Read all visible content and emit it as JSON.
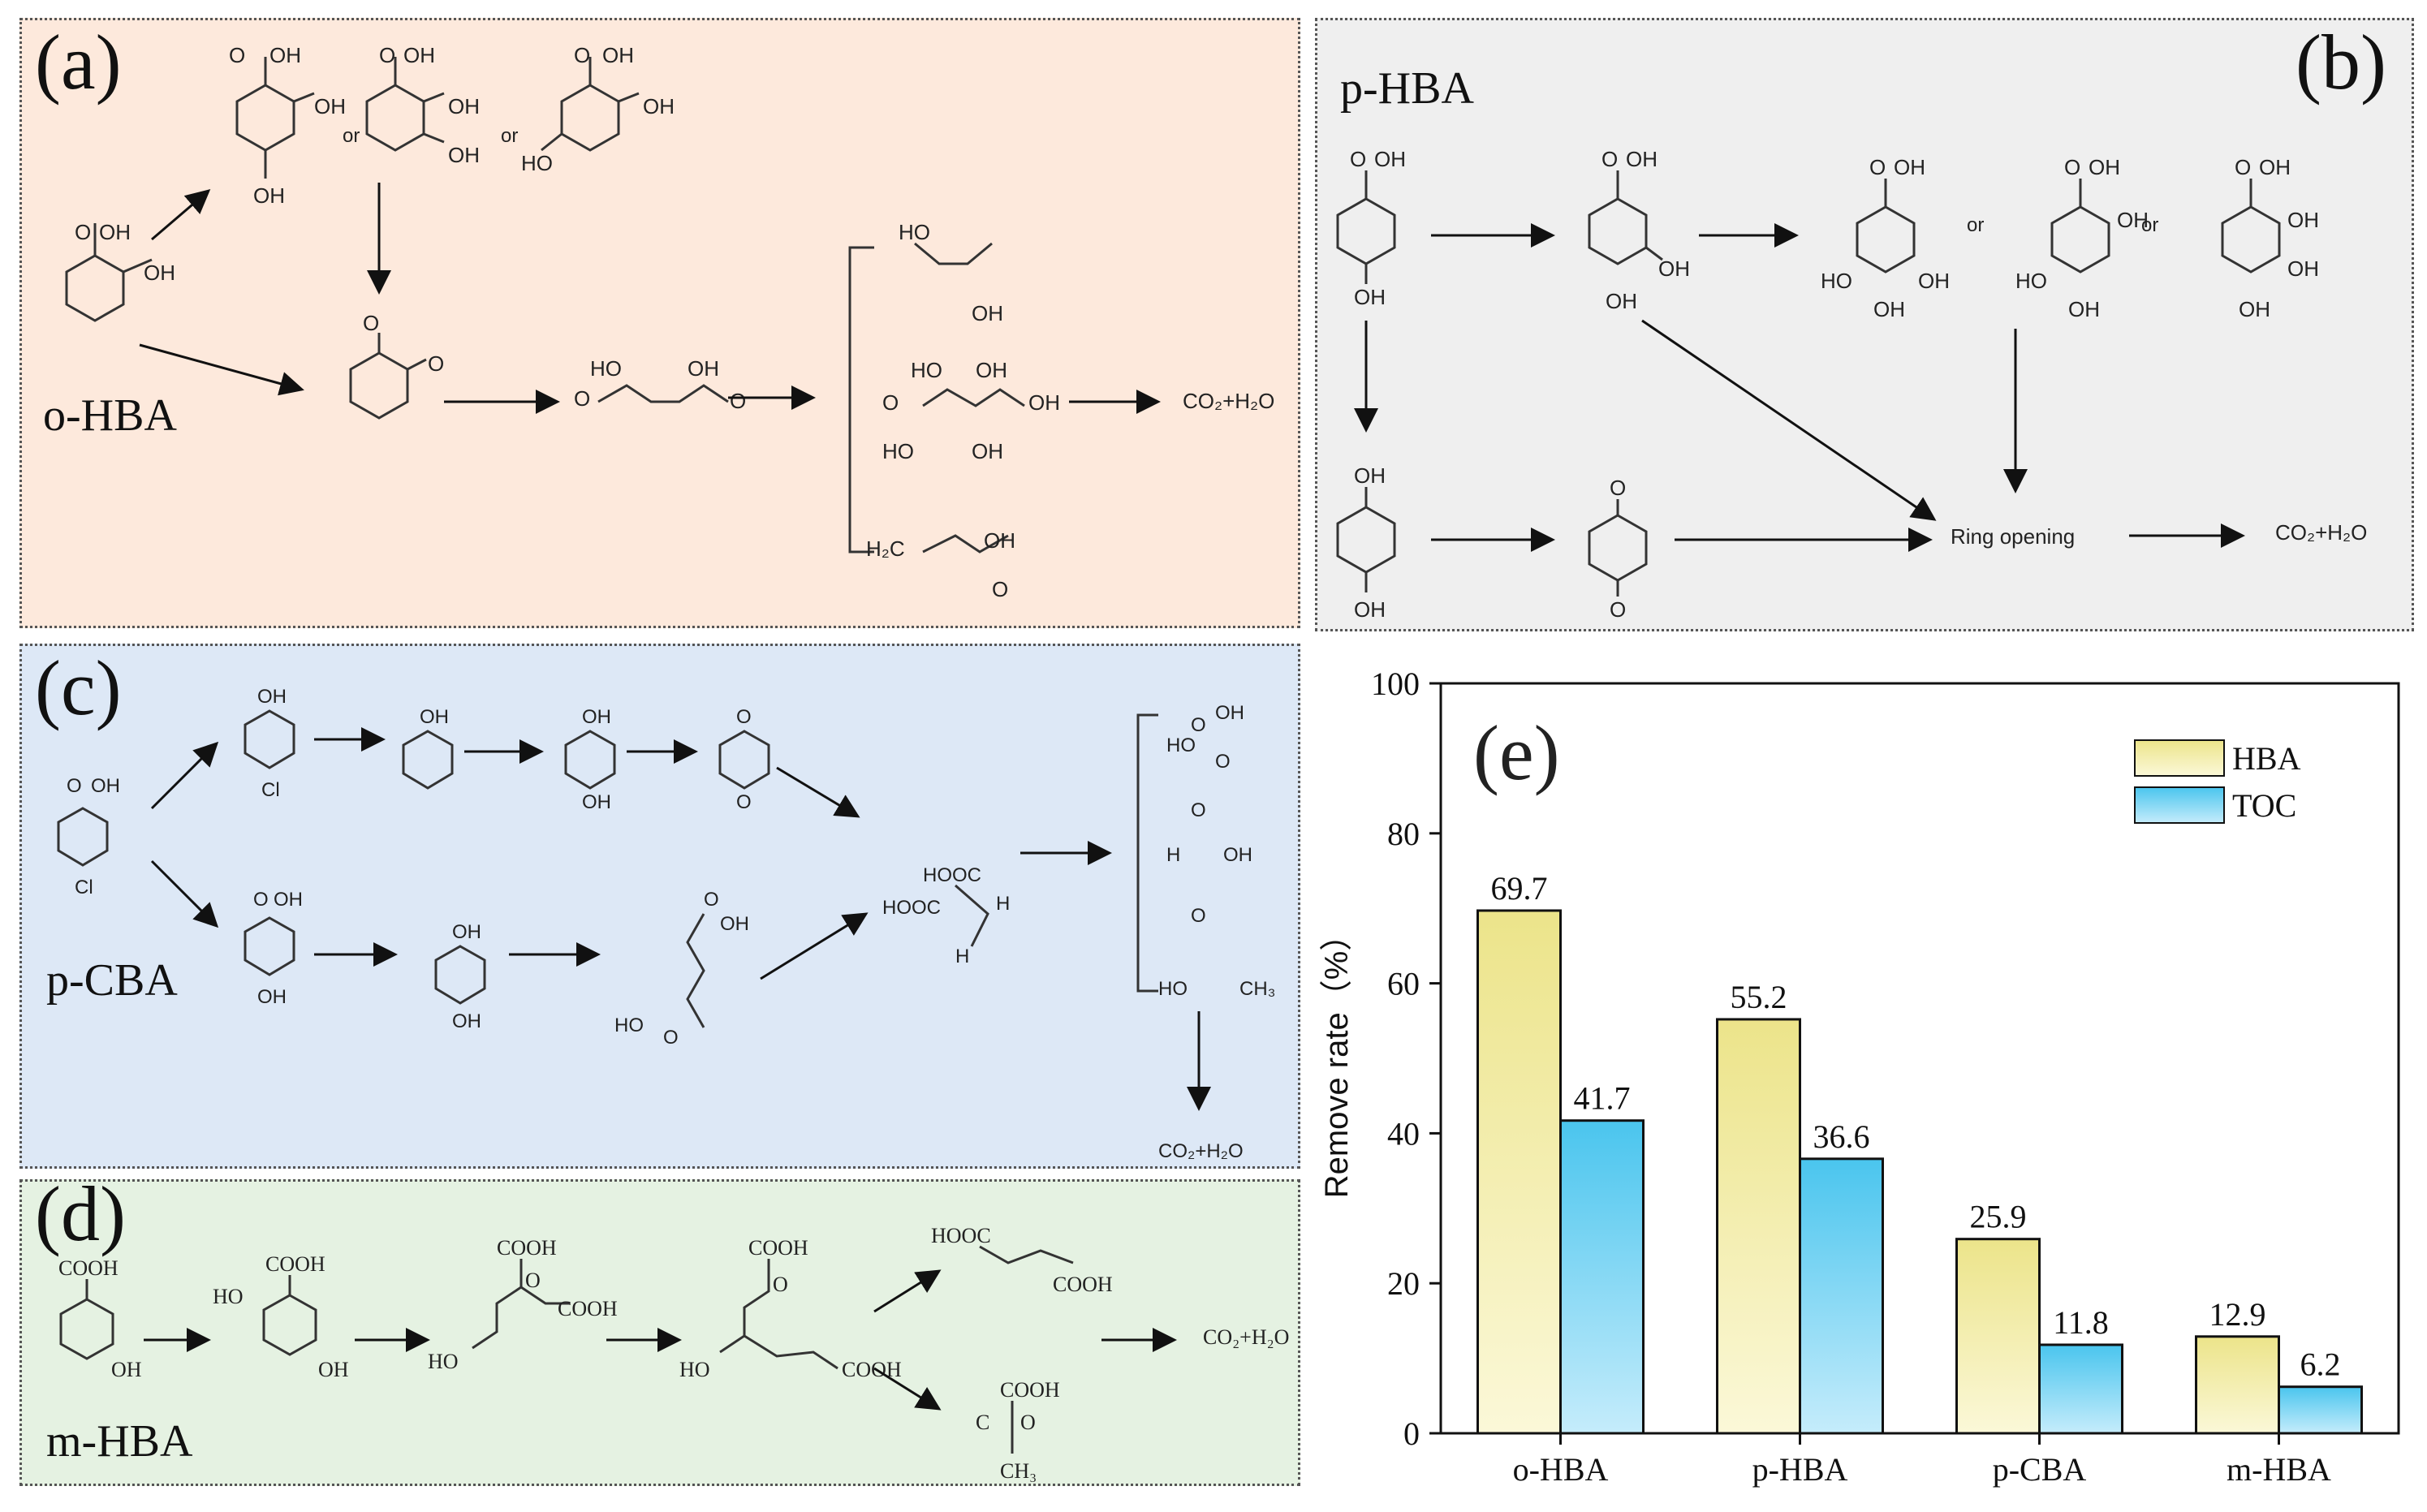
{
  "panels": {
    "a": {
      "label": "(a)",
      "compound": "o-HBA",
      "product": "CO₂+H₂O",
      "or1": "or",
      "or2": "or"
    },
    "b": {
      "label": "(b)",
      "compound": "p-HBA",
      "ring_opening": "Ring opening",
      "product": "CO₂+H₂O",
      "or1": "or",
      "or2": "or"
    },
    "c": {
      "label": "(c)",
      "compound": "p-CBA",
      "product": "CO₂+H₂O"
    },
    "d": {
      "label": "(d)",
      "compound": "m-HBA",
      "product": "CO₂+H₂O"
    },
    "e": {
      "label": "(e)"
    }
  },
  "chart_data": {
    "type": "bar",
    "categories": [
      "o-HBA",
      "p-HBA",
      "p-CBA",
      "m-HBA"
    ],
    "series": [
      {
        "name": "HBA",
        "values": [
          69.7,
          55.2,
          25.9,
          12.9
        ],
        "color": "#ede58c"
      },
      {
        "name": "TOC",
        "values": [
          41.7,
          36.6,
          11.8,
          6.2
        ],
        "color": "#4fc6ee"
      }
    ],
    "data_labels": [
      [
        "69.7",
        "55.2",
        "25.9",
        "12.9"
      ],
      [
        "41.7",
        "36.6",
        "11.8",
        "6.2"
      ]
    ],
    "ylabel": "Remove rate（%）",
    "xlabel": "",
    "ylim": [
      0,
      100
    ],
    "yticks": [
      0,
      20,
      40,
      60,
      80,
      100
    ],
    "legend_position": "top-right",
    "grid": false
  }
}
